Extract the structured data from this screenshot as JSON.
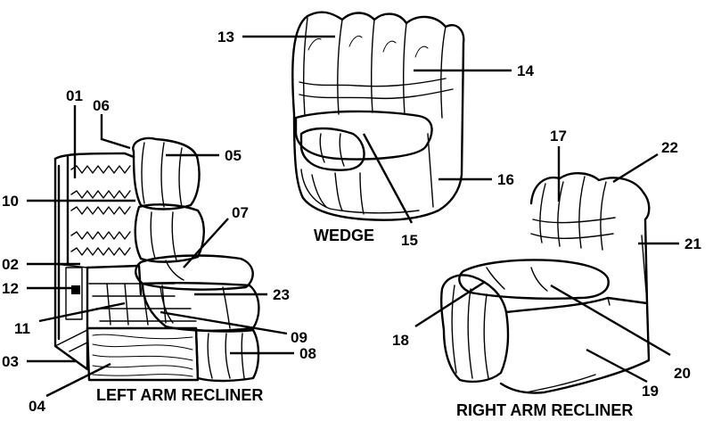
{
  "pieces": {
    "left_arm_recliner": "LEFT ARM RECLINER",
    "wedge": "WEDGE",
    "right_arm_recliner": "RIGHT ARM RECLINER"
  },
  "callouts": {
    "c01": "01",
    "c02": "02",
    "c03": "03",
    "c04": "04",
    "c05": "05",
    "c06": "06",
    "c07": "07",
    "c08": "08",
    "c09": "09",
    "c10": "10",
    "c11": "11",
    "c12": "12",
    "c13": "13",
    "c14": "14",
    "c15": "15",
    "c16": "16",
    "c17": "17",
    "c18": "18",
    "c19": "19",
    "c20": "20",
    "c21": "21",
    "c22": "22",
    "c23": "23"
  }
}
